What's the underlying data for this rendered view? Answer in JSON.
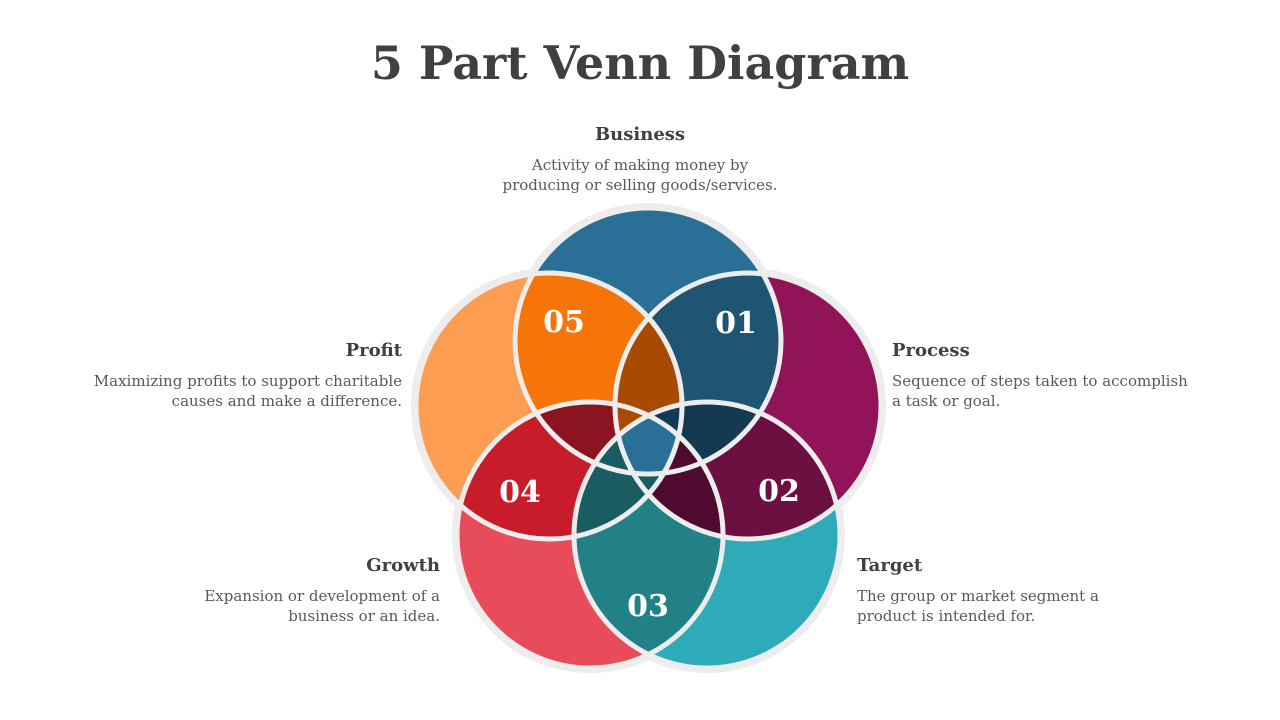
{
  "title": "5 Part Venn Diagram",
  "colors": {
    "business": "#2a7096",
    "process": "#921458",
    "target": "#2eabb8",
    "growth": "#e84b59",
    "profit": "#fc9d52",
    "overlap_business_profit": "#f77408",
    "overlap_business_process": "#1f5573",
    "overlap_process_target": "#6c1042",
    "overlap_target_growth": "#228087",
    "overlap_growth_profit": "#c91c2b",
    "center": "#2a7096"
  },
  "sets": [
    {
      "id": "business",
      "heading": "Business",
      "description_line1": "Activity of making money by",
      "description_line2": "producing or selling goods/services."
    },
    {
      "id": "process",
      "heading": "Process",
      "description_line1": "Sequence of steps taken to accomplish",
      "description_line2": "a task or goal."
    },
    {
      "id": "target",
      "heading": "Target",
      "description_line1": "The group or market segment a",
      "description_line2": "product is intended for."
    },
    {
      "id": "growth",
      "heading": "Growth",
      "description_line1": "Expansion or development of a",
      "description_line2": "business or an idea."
    },
    {
      "id": "profit",
      "heading": "Profit",
      "description_line1": "Maximizing profits to support charitable",
      "description_line2": "causes and make a difference."
    }
  ],
  "numbers": {
    "n01": "01",
    "n02": "02",
    "n03": "03",
    "n04": "04",
    "n05": "05"
  }
}
